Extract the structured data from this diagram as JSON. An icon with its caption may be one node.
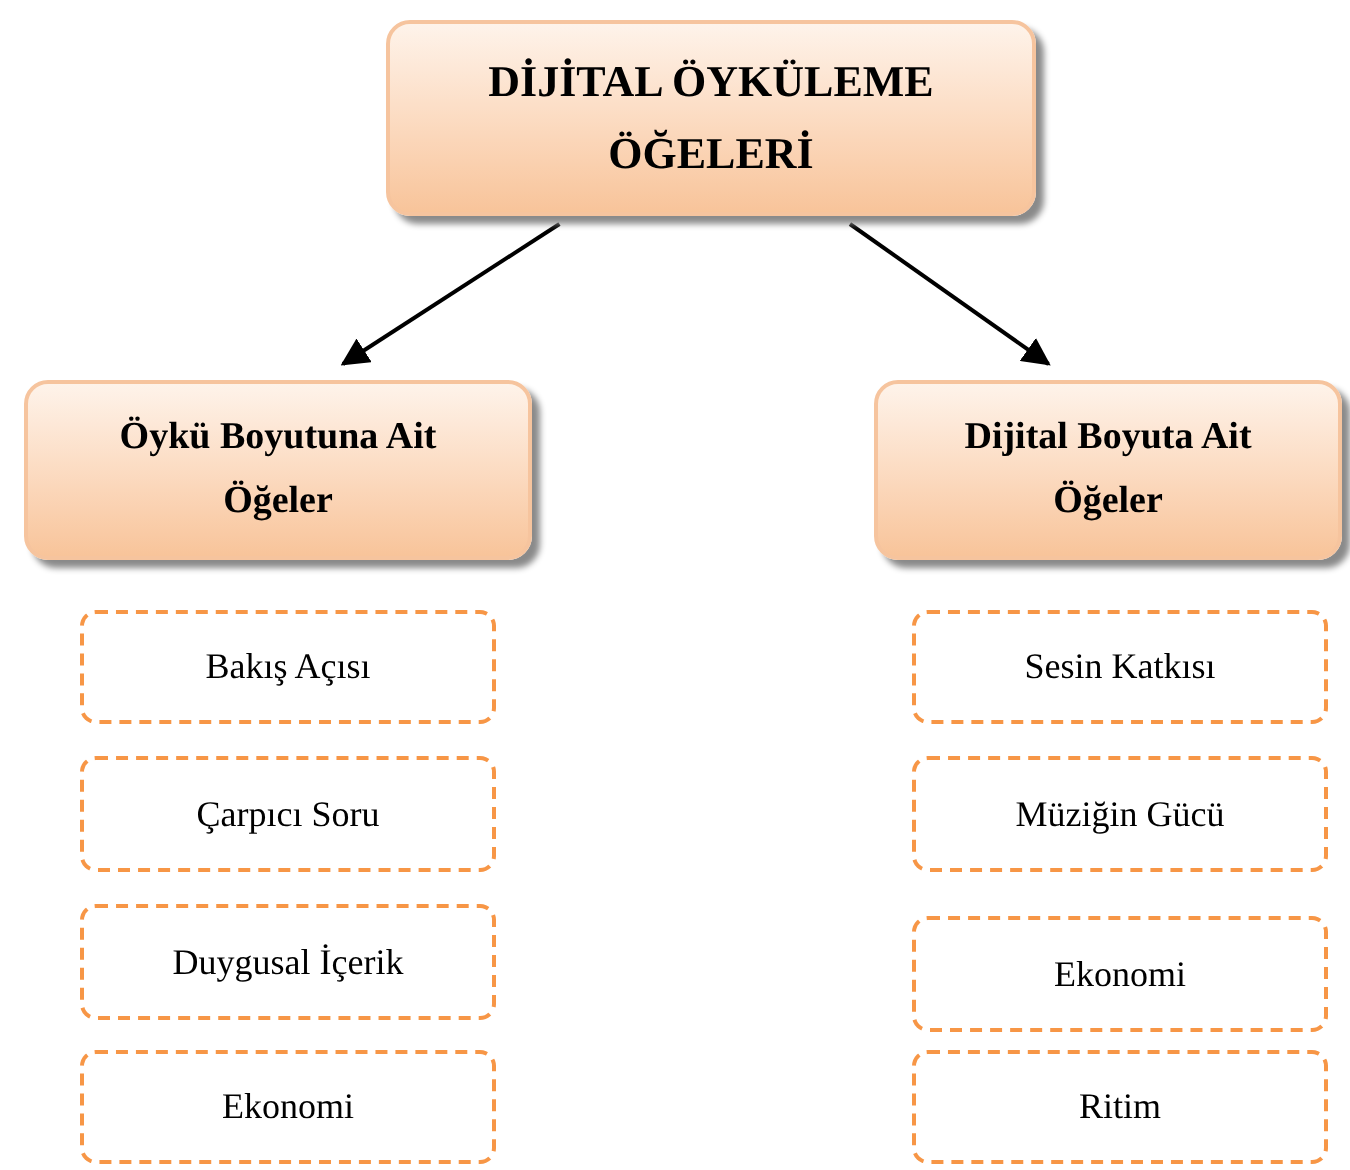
{
  "diagram": {
    "nodes": [
      {
        "text": [
          "DİJİTAL ÖYKÜLEME ÖĞELERİ"
        ]
      },
      {
        "text": [
          "Öykü Boyutuna Ait Öğeler"
        ]
      },
      {
        "text": [
          "Dijital Boyuta Ait Öğeler"
        ]
      },
      {
        "text": [
          "Bakış Açısı"
        ]
      },
      {
        "text": [
          "Çarpıcı Soru"
        ]
      },
      {
        "text": [
          "Duygusal İçerik"
        ]
      },
      {
        "text": [
          "Ekonomi"
        ]
      },
      {
        "text": [
          "Sesin Katkısı"
        ]
      },
      {
        "text": [
          "Müziğin Gücü"
        ]
      },
      {
        "text": [
          "Ekonomi"
        ]
      },
      {
        "text": [
          "Ritim"
        ]
      }
    ],
    "edges": [
      {
        "from": 0,
        "to": 1,
        "arrow": "to"
      },
      {
        "from": 0,
        "to": 2,
        "arrow": "to"
      }
    ]
  }
}
